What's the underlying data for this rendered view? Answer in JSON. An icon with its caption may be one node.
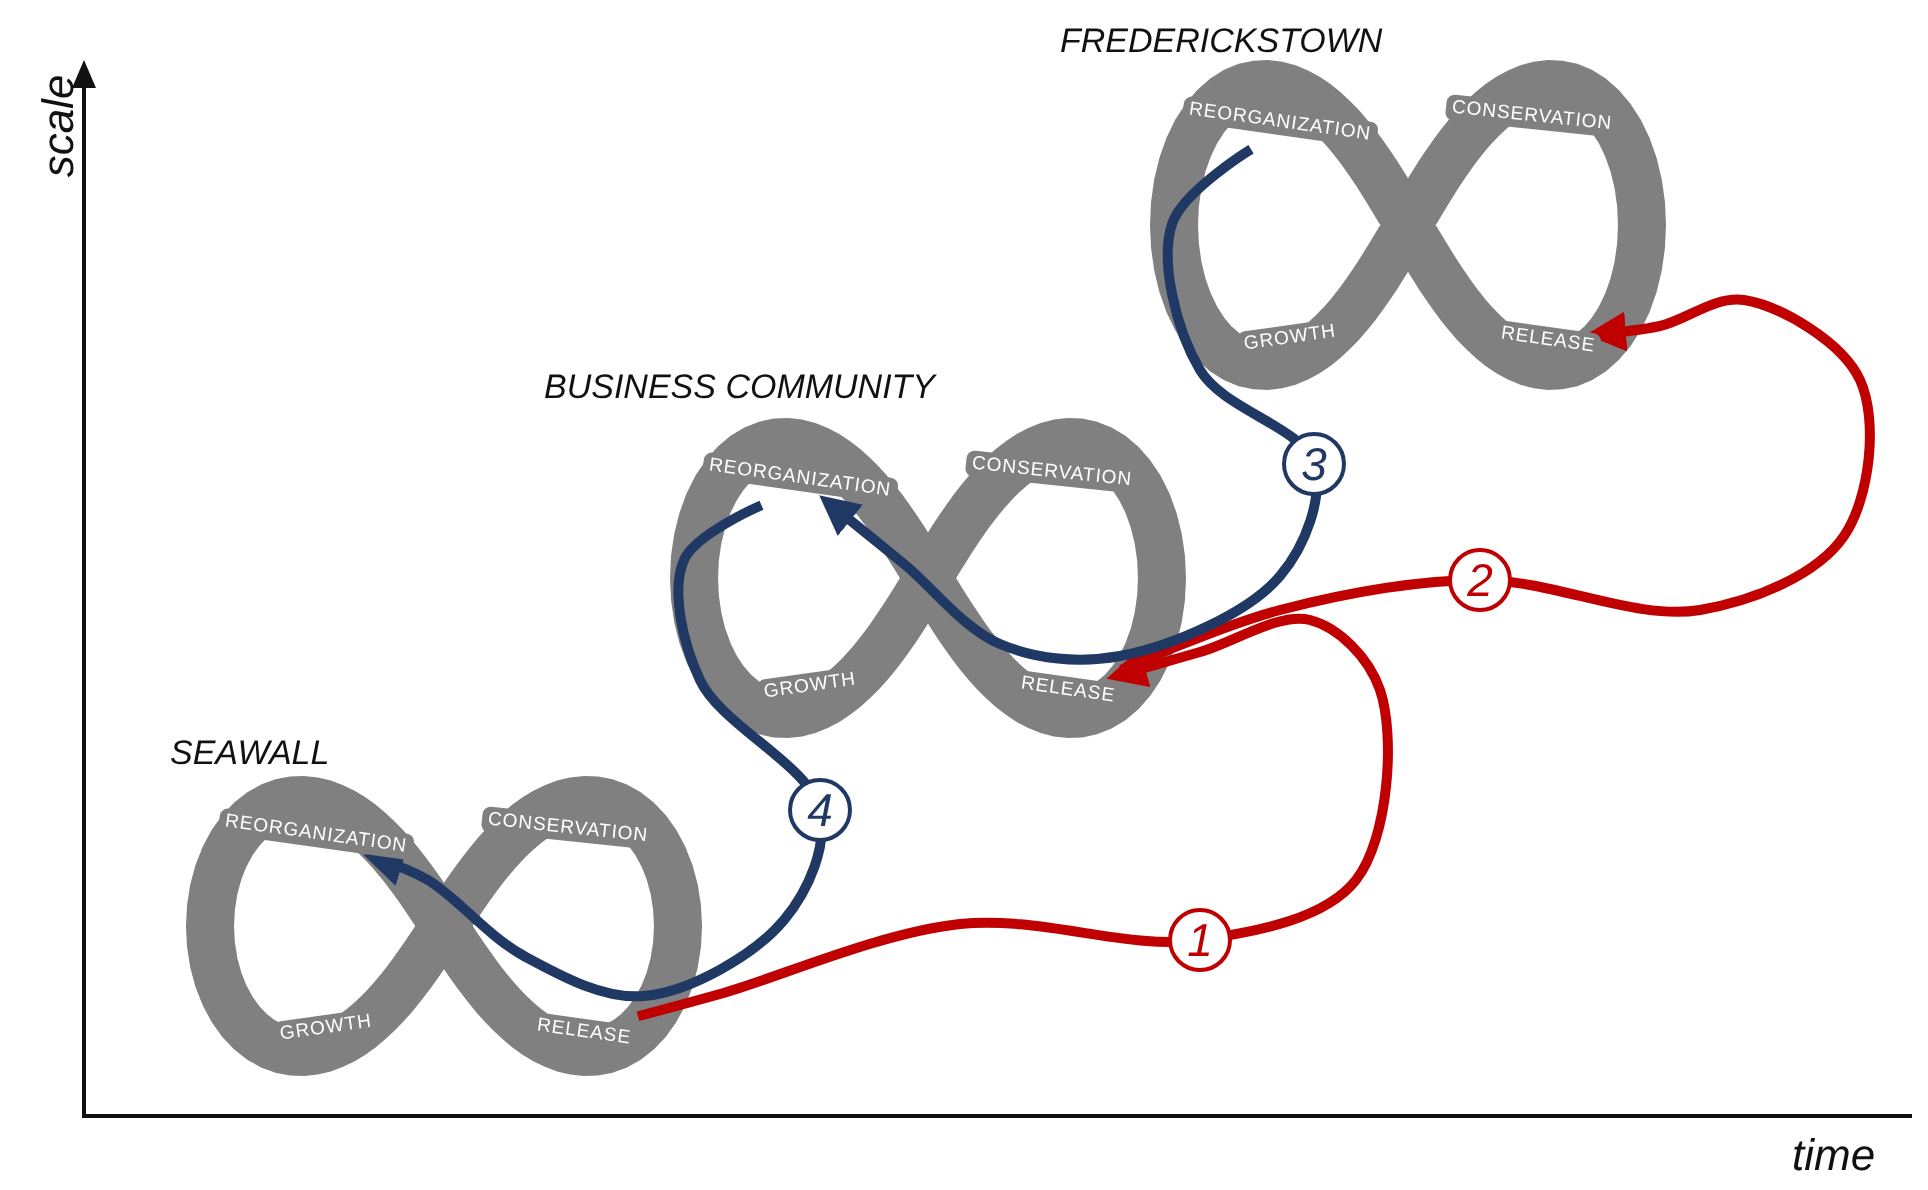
{
  "diagram": {
    "nodes": [
      {
        "text": [
          "FREDERICKSTOWN"
        ]
      },
      {
        "text": [
          "REORGANIZATION"
        ],
        "in": 0
      },
      {
        "text": [
          "CONSERVATION"
        ],
        "in": 0
      },
      {
        "text": [
          "GROWTH"
        ],
        "in": 0
      },
      {
        "text": [
          "RELEASE"
        ],
        "in": 0
      },
      {
        "text": [
          "BUSINESS COMMUNITY"
        ]
      },
      {
        "text": [
          "REORGANIZATION"
        ],
        "in": 5
      },
      {
        "text": [
          "CONSERVATION"
        ],
        "in": 5
      },
      {
        "text": [
          "GROWTH"
        ],
        "in": 5
      },
      {
        "text": [
          "RELEASE"
        ],
        "in": 5
      },
      {
        "text": [
          "SEAWALL"
        ]
      },
      {
        "text": [
          "REORGANIZATION"
        ],
        "in": 10
      },
      {
        "text": [
          "CONSERVATION"
        ],
        "in": 10
      },
      {
        "text": [
          "GROWTH"
        ],
        "in": 10
      },
      {
        "text": [
          "RELEASE"
        ],
        "in": 10
      }
    ],
    "edges": [
      {
        "from": 14,
        "to": 9,
        "arrow": "to",
        "label": "1",
        "color": "#c00000"
      },
      {
        "from": 9,
        "to": 4,
        "arrow": "to",
        "label": "2",
        "color": "#c00000"
      },
      {
        "from": 1,
        "to": 6,
        "arrow": "to",
        "label": "3",
        "color": "#1f3864"
      },
      {
        "from": 6,
        "to": 11,
        "arrow": "to",
        "label": "4",
        "color": "#1f3864"
      }
    ],
    "labels": [
      "scale",
      "time"
    ]
  }
}
